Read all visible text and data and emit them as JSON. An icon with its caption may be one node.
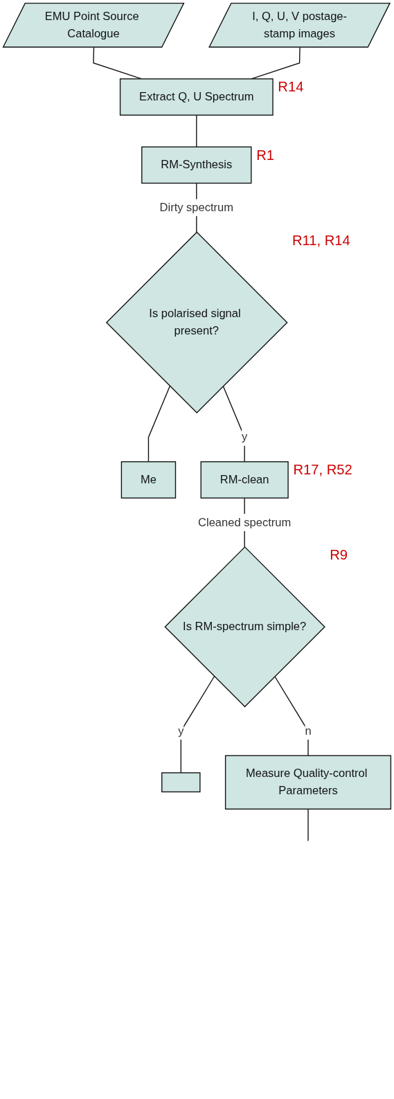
{
  "diagram": {
    "nodes": [
      {
        "text": [
          "EMU Point Source Catalogue"
        ]
      },
      {
        "text": [
          "I, Q, U, V postage-stamp images"
        ]
      },
      {
        "text": [
          "Extract Q, U Spectrum"
        ],
        "beside": [
          "R14"
        ]
      },
      {
        "text": [
          "RM-Synthesis"
        ],
        "beside": [
          "R1"
        ]
      },
      {
        "text": [
          "Is polarised signal present?"
        ],
        "beside": [
          "R11, R14"
        ]
      },
      {
        "text": [
          "Me"
        ]
      },
      {
        "text": [
          "RM-clean"
        ],
        "beside": [
          "R17, R52"
        ]
      },
      {
        "text": [
          "Is RM-spectrum simple?"
        ],
        "beside": [
          "R9"
        ]
      },
      {
        "text": [],
        "shape": "box"
      },
      {
        "text": [
          "Measure Quality-control Parameters"
        ]
      }
    ],
    "edges": [
      {
        "from": 0,
        "to": 2,
        "arrow": "none"
      },
      {
        "from": 1,
        "to": 2,
        "arrow": "none"
      },
      {
        "from": 2,
        "to": 3,
        "arrow": "none"
      },
      {
        "from": 3,
        "to": 4,
        "arrow": "none",
        "label": "Dirty spectrum"
      },
      {
        "from": 4,
        "to": 5,
        "arrow": "none"
      },
      {
        "from": 4,
        "to": 6,
        "arrow": "none",
        "label": "y"
      },
      {
        "from": 6,
        "to": 7,
        "arrow": "none",
        "label": "Cleaned spectrum"
      },
      {
        "from": 7,
        "to": 8,
        "arrow": "none",
        "label": "y"
      },
      {
        "from": 7,
        "to": 9,
        "arrow": "none",
        "label": "n"
      },
      {
        "from": 9,
        "to": null,
        "arrow": "none"
      }
    ]
  }
}
